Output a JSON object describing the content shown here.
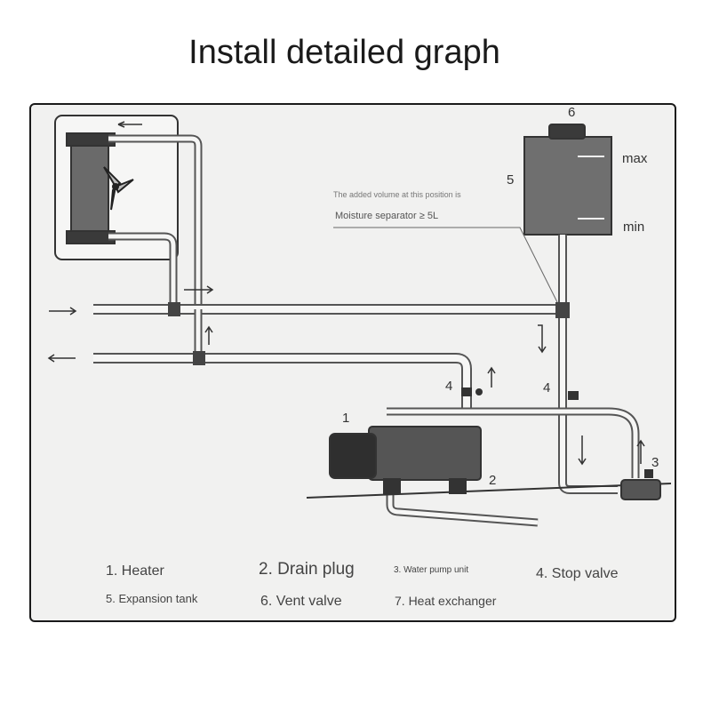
{
  "title": "Install detailed graph",
  "tank": {
    "number": "5",
    "vent_number": "6",
    "max_label": "max",
    "min_label": "min"
  },
  "annotation": {
    "line1": "The added volume at this position is",
    "line2": "Moisture separator ≥ 5L"
  },
  "callouts": {
    "heater": "1",
    "drain_plug": "2",
    "pump": "3",
    "stop_valve_left": "4",
    "stop_valve_right": "4"
  },
  "legend": [
    {
      "text": "1. Heater"
    },
    {
      "text": "2. Drain plug"
    },
    {
      "text": "3. Water pump unit"
    },
    {
      "text": "4. Stop valve"
    },
    {
      "text": "5. Expansion tank"
    },
    {
      "text": "6. Vent valve"
    },
    {
      "text": "7. Heat exchanger"
    }
  ]
}
